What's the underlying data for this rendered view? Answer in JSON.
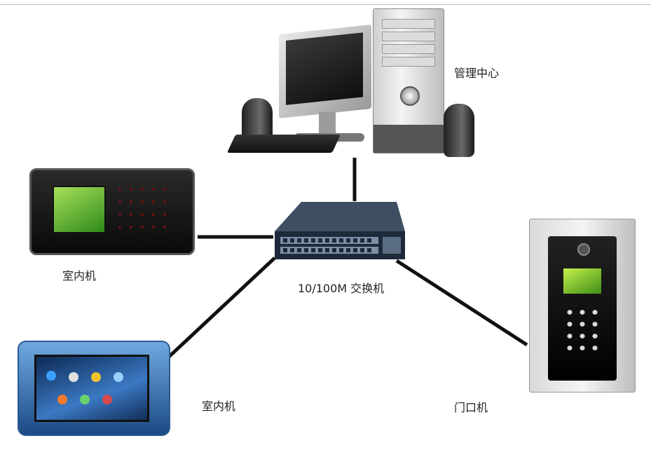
{
  "labels": {
    "management_center": "管理中心",
    "indoor_unit_top": "室内机",
    "switch": "10/100M 交换机",
    "indoor_unit_bottom": "室内机",
    "door_unit": "门口机"
  },
  "colors": {
    "link_line": "#111111",
    "background": "#ffffff"
  },
  "icons": [
    "computer-icon",
    "network-switch-icon",
    "indoor-monitor-icon",
    "tablet-monitor-icon",
    "door-station-icon"
  ]
}
